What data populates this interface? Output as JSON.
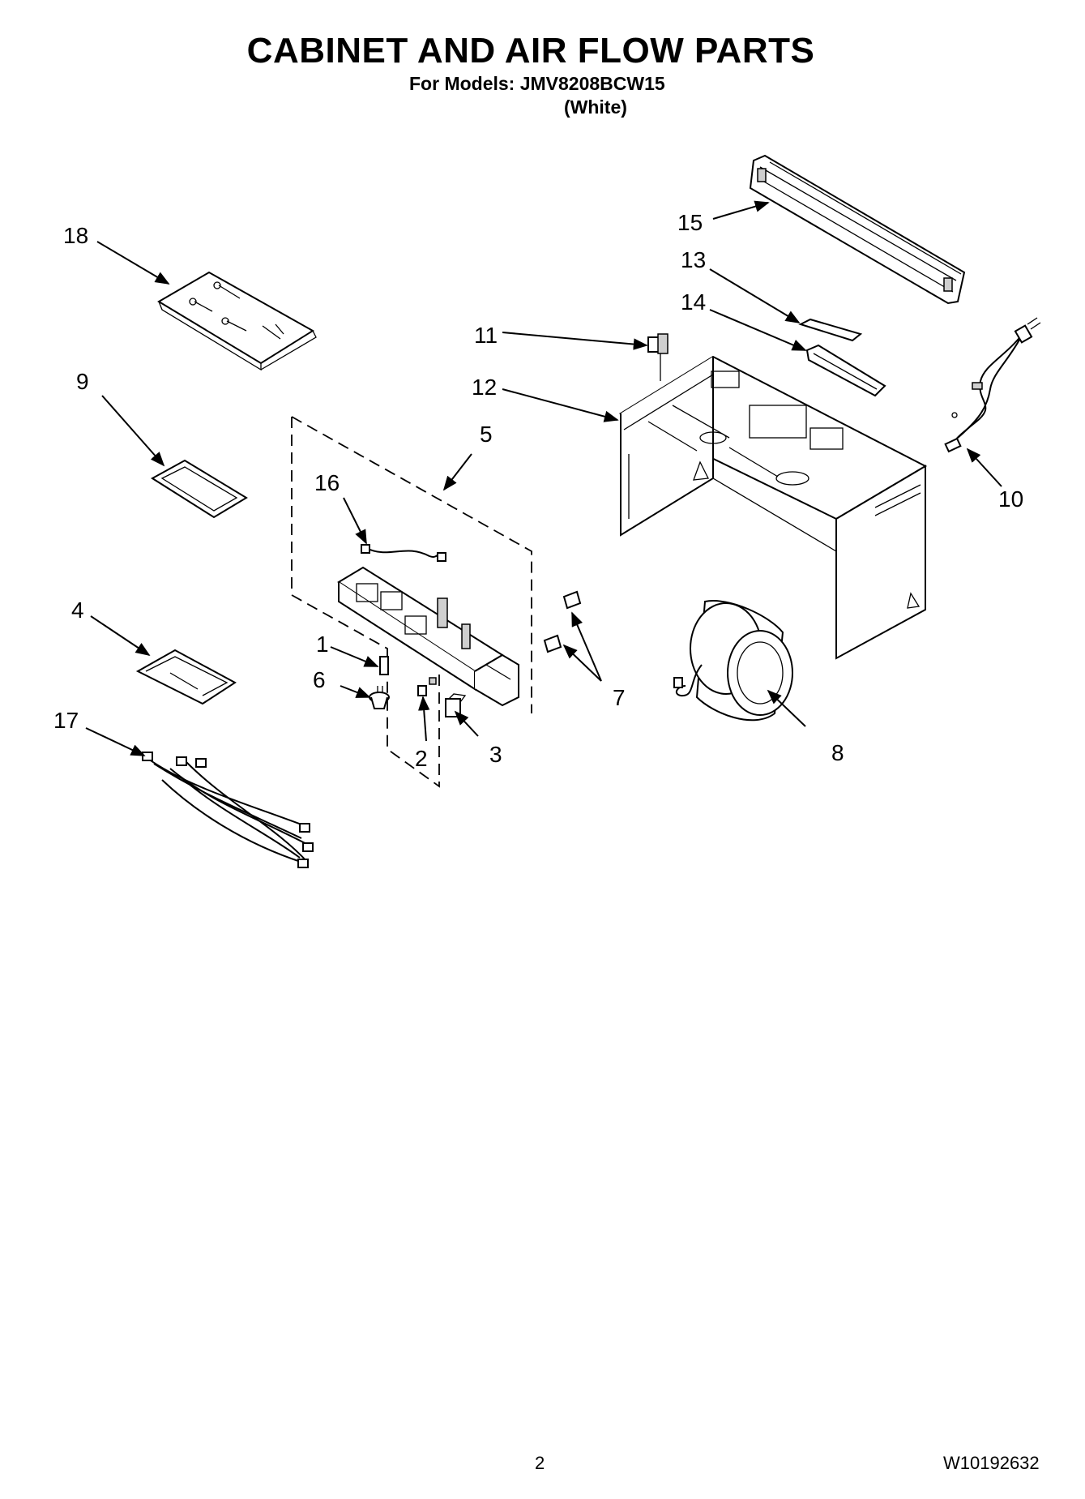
{
  "header": {
    "title": "CABINET AND AIR FLOW PARTS",
    "models": "For Models: JMV8208BCW15",
    "variant": "(White)"
  },
  "footer": {
    "page_number": "2",
    "document_number": "W10192632"
  },
  "callouts": {
    "c1": "1",
    "c2": "2",
    "c3": "3",
    "c4": "4",
    "c5": "5",
    "c6": "6",
    "c7": "7",
    "c8": "8",
    "c9": "9",
    "c10": "10",
    "c11": "11",
    "c12": "12",
    "c13": "13",
    "c14": "14",
    "c15": "15",
    "c16": "16",
    "c17": "17",
    "c18": "18"
  }
}
